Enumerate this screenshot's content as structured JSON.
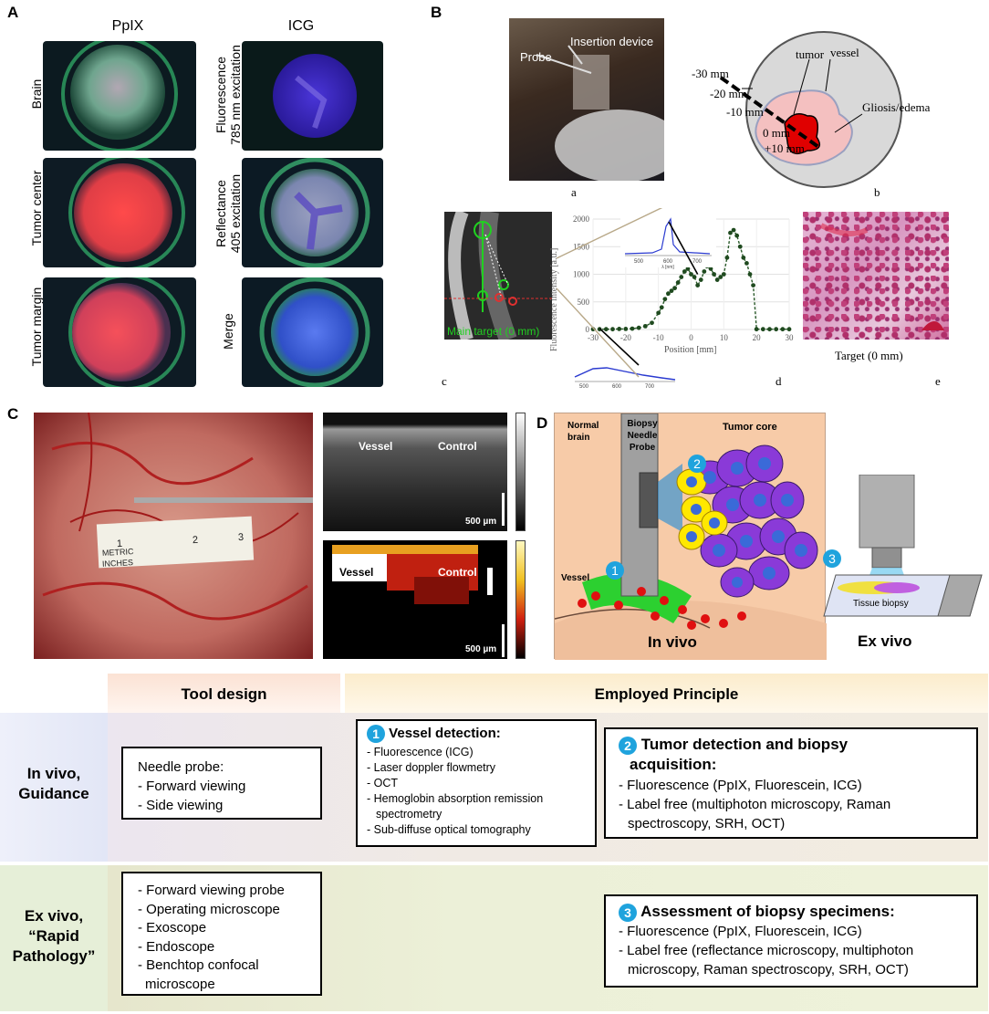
{
  "panel_labels": {
    "a": "A",
    "b": "B",
    "c": "C",
    "d": "D"
  },
  "panelA": {
    "col_headers": [
      "PpIX",
      "ICG"
    ],
    "left_rows": [
      "Brain",
      "Tumor center",
      "Tumor margin"
    ],
    "right_rows": [
      [
        "Fluorescence",
        "785 nm excitation"
      ],
      [
        "Reflectance",
        "405 excitation"
      ],
      [
        "Merge"
      ]
    ]
  },
  "panelB": {
    "photo_labels": {
      "probe": "Probe",
      "insertion": "Insertion device"
    },
    "schematic": {
      "d30": "-30 mm",
      "d20": "-20 mm",
      "d10": "-10 mm",
      "d0": "0 mm",
      "p10": "+10 mm",
      "tumor": "tumor",
      "vessel": "vessel",
      "gliosis": "Gliosis/edema"
    },
    "mri_label": "Main target (0 mm)",
    "captions": [
      "a",
      "b",
      "c",
      "d",
      "e"
    ],
    "histo_caption": "Target (0 mm)"
  },
  "chart_data": {
    "type": "line",
    "title": "",
    "xlabel": "Position [mm]",
    "ylabel": "Fluorescence intensity [a.u.]",
    "xlim": [
      -30,
      30
    ],
    "ylim": [
      0,
      2000
    ],
    "x_ticks": [
      -30,
      -20,
      -10,
      0,
      10,
      20,
      30
    ],
    "y_ticks": [
      0,
      500,
      1000,
      1500,
      2000
    ],
    "x": [
      -30,
      -28,
      -26,
      -24,
      -22,
      -20,
      -18,
      -16,
      -14,
      -12,
      -10,
      -9,
      -8,
      -7,
      -6,
      -5,
      -4,
      -3,
      -2,
      -1,
      0,
      1,
      2,
      3,
      4,
      5,
      6,
      7,
      8,
      9,
      10,
      11,
      12,
      13,
      14,
      15,
      16,
      17,
      18,
      19,
      20,
      22,
      24,
      26,
      28,
      30
    ],
    "y": [
      5,
      5,
      5,
      5,
      10,
      10,
      15,
      30,
      60,
      120,
      300,
      400,
      550,
      650,
      700,
      750,
      850,
      950,
      1050,
      1100,
      1000,
      950,
      800,
      900,
      1050,
      1150,
      1100,
      1000,
      900,
      950,
      1000,
      1300,
      1750,
      1800,
      1700,
      1500,
      1300,
      1200,
      1000,
      800,
      5,
      5,
      5,
      5,
      5,
      5
    ],
    "inset_top": {
      "x_ticks": [
        "500",
        "600",
        "700"
      ],
      "xlabel": "λ [nm]"
    },
    "inset_bottom": {
      "x_ticks": [
        "500",
        "600",
        "700"
      ],
      "xlabel": "λ [nm]"
    }
  },
  "panelC": {
    "vessel": "Vessel",
    "control": "Control",
    "scale": "500 µm",
    "ruler": {
      "metric": "METRIC",
      "inches": "INCHES",
      "n1": "1",
      "n2": "2",
      "n3": "3"
    }
  },
  "panelD": {
    "normal_brain": [
      "Normal",
      "brain"
    ],
    "probe": [
      "Biopsy",
      "Needle",
      "Probe"
    ],
    "tumor_core": "Tumor core",
    "vessel": "Vessel",
    "in_vivo": "In vivo",
    "ex_vivo": "Ex vivo",
    "tissue_biopsy": "Tissue biopsy",
    "markers": [
      "1",
      "2",
      "3"
    ]
  },
  "table": {
    "col1": "Tool design",
    "col2": "Employed Principle",
    "row1": [
      "In vivo,",
      "Guidance"
    ],
    "row2": [
      "Ex vivo,",
      "“Rapid",
      "Pathology”"
    ],
    "tool1_title": "Needle probe:",
    "tool1_items": [
      "- Forward viewing",
      "- Side viewing"
    ],
    "tool2_items": [
      "- Forward viewing probe",
      "- Operating microscope",
      "- Exoscope",
      "- Endoscope",
      "- Benchtop confocal",
      "microscope"
    ],
    "vessel_num": "1",
    "vessel_title": "Vessel detection:",
    "vessel_items": [
      "- Fluorescence (ICG)",
      "- Laser doppler flowmetry",
      "- OCT",
      "- Hemoglobin absorption remission",
      "spectrometry",
      "- Sub-diffuse optical tomography"
    ],
    "tumor_num": "2",
    "tumor_title": "Tumor detection and biopsy",
    "tumor_title2": "acquisition:",
    "tumor_items": [
      "- Fluorescence (PpIX, Fluorescein, ICG)",
      "- Label free (multiphoton microscopy, Raman",
      "spectroscopy, SRH, OCT)"
    ],
    "biopsy_num": "3",
    "biopsy_title": "Assessment of biopsy specimens:",
    "biopsy_items": [
      "- Fluorescence (PpIX, Fluorescein, ICG)",
      "- Label free (reflectance microscopy, multiphoton",
      "microscopy, Raman spectroscopy, SRH, OCT)"
    ]
  }
}
